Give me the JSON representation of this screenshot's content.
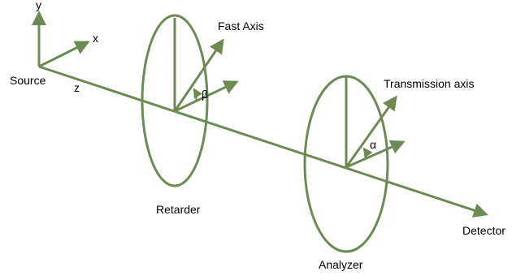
{
  "labels": {
    "source": "Source",
    "detector": "Detector",
    "retarder": "Retarder",
    "analyzer": "Analyzer",
    "fast_axis": "Fast Axis",
    "transmission_axis": "Transmission axis",
    "beta": "β",
    "alpha": "α"
  },
  "axes": {
    "x": "x",
    "y": "y",
    "z": "z"
  },
  "colors": {
    "line": "#6d8a55",
    "text": "#000000"
  }
}
